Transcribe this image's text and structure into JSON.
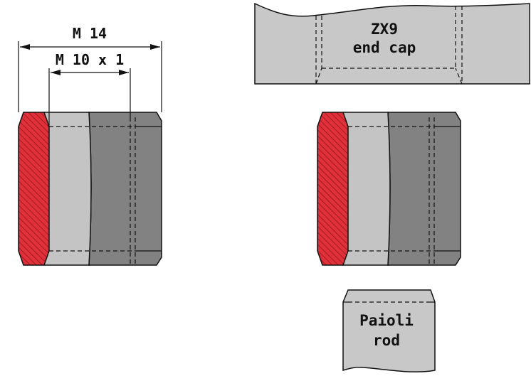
{
  "dimensions": {
    "outer_thread": "M 14",
    "inner_thread": "M 10 x 1"
  },
  "parts": {
    "end_cap": {
      "line1": "ZX9",
      "line2": "end cap"
    },
    "rod": {
      "line1": "Paioli",
      "line2": "rod"
    }
  },
  "colors": {
    "thread_red": "#e0303a",
    "body_light": "#c4c4c4",
    "body_dark": "#828282",
    "body_mid": "#a0a0a0",
    "part_fill": "#c8c8c8",
    "outline": "#111111"
  }
}
